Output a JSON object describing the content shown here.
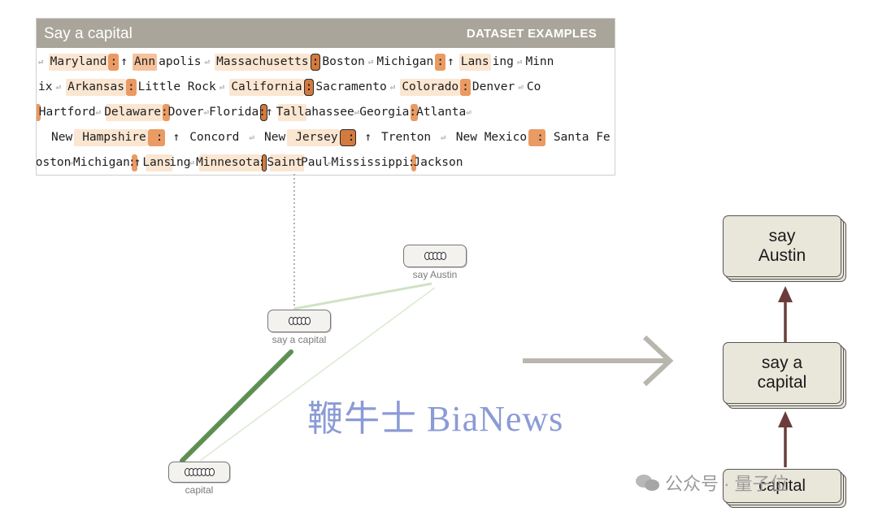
{
  "panel": {
    "title": "Say a capital",
    "tag": "DATASET EXAMPLES",
    "rows": [
      [
        {
          "t": "⏎",
          "h": 0,
          "ret": true
        },
        {
          "t": " ",
          "h": 0
        },
        {
          "t": "Maryland",
          "h": 1
        },
        {
          "t": ":",
          "h": 3
        },
        {
          "t": "↑",
          "h": 0
        },
        {
          "t": " ",
          "h": 0
        },
        {
          "t": "Ann",
          "h": 2
        },
        {
          "t": "apolis",
          "h": 0
        },
        {
          "t": "⏎",
          "h": 0,
          "ret": true
        },
        {
          "t": " ",
          "h": 0
        },
        {
          "t": "Massachusetts",
          "h": 1
        },
        {
          "t": ":",
          "h": 4
        },
        {
          "t": " Boston",
          "h": 0
        },
        {
          "t": "⏎",
          "h": 0,
          "ret": true
        },
        {
          "t": " Michigan",
          "h": 0
        },
        {
          "t": ":",
          "h": 3
        },
        {
          "t": "↑",
          "h": 0
        },
        {
          "t": " ",
          "h": 0
        },
        {
          "t": "Lans",
          "h": 1
        },
        {
          "t": "ing",
          "h": 0
        },
        {
          "t": "⏎",
          "h": 0,
          "ret": true
        },
        {
          "t": " Minn",
          "h": 0
        }
      ],
      [
        {
          "t": "ix",
          "h": 0
        },
        {
          "t": "⏎",
          "h": 0,
          "ret": true
        },
        {
          "t": " ",
          "h": 0
        },
        {
          "t": "Arkansas",
          "h": 1
        },
        {
          "t": ":",
          "h": 3
        },
        {
          "t": " Little Rock",
          "h": 0
        },
        {
          "t": "⏎",
          "h": 0,
          "ret": true
        },
        {
          "t": " ",
          "h": 0
        },
        {
          "t": "California",
          "h": 1
        },
        {
          "t": ":",
          "h": 4
        },
        {
          "t": " Sacramento",
          "h": 0
        },
        {
          "t": "⏎",
          "h": 0,
          "ret": true
        },
        {
          "t": " ",
          "h": 0
        },
        {
          "t": "Colorado",
          "h": 1
        },
        {
          "t": ":",
          "h": 3
        },
        {
          "t": " Denver",
          "h": 0
        },
        {
          "t": "⏎",
          "h": 0,
          "ret": true
        },
        {
          "t": " Co",
          "h": 0
        }
      ],
      [
        {
          "t": ":",
          "h": 3
        },
        {
          "t": " Hartford",
          "h": 0
        },
        {
          "t": "⏎",
          "h": 0,
          "ret": true
        },
        {
          "t": " ",
          "h": 0
        },
        {
          "t": "Delaware",
          "h": 1
        },
        {
          "t": ":",
          "h": 3
        },
        {
          "t": " Dover",
          "h": 0
        },
        {
          "t": "⏎",
          "h": 0,
          "ret": true
        },
        {
          "t": " Florida",
          "h": 0
        },
        {
          "t": ":",
          "h": 4
        },
        {
          "t": "↑",
          "h": 0
        },
        {
          "t": " ",
          "h": 0
        },
        {
          "t": "Tall",
          "h": 1
        },
        {
          "t": "ahassee",
          "h": 0
        },
        {
          "t": "⏎",
          "h": 0,
          "ret": true
        },
        {
          "t": " Georgia",
          "h": 0
        },
        {
          "t": ":",
          "h": 3
        },
        {
          "t": " Atlanta",
          "h": 0
        },
        {
          "t": "⏎",
          "h": 0,
          "ret": true
        }
      ],
      [
        {
          "t": " New ",
          "h": 0
        },
        {
          "t": "Hampshire",
          "h": 1
        },
        {
          "t": ":",
          "h": 3
        },
        {
          "t": "↑",
          "h": 0
        },
        {
          "t": " Concord",
          "h": 0
        },
        {
          "t": "⏎",
          "h": 0,
          "ret": true
        },
        {
          "t": " New ",
          "h": 0
        },
        {
          "t": "Jersey",
          "h": 1
        },
        {
          "t": ":",
          "h": 4
        },
        {
          "t": "↑",
          "h": 0
        },
        {
          "t": " Trenton",
          "h": 0
        },
        {
          "t": "⏎",
          "h": 0,
          "ret": true
        },
        {
          "t": " New Mexico",
          "h": 0
        },
        {
          "t": ":",
          "h": 3
        },
        {
          "t": " Santa Fe",
          "h": 0
        },
        {
          "t": "⏎",
          "h": 0,
          "ret": true
        }
      ],
      [
        {
          "t": "Boston",
          "h": 0
        },
        {
          "t": "⏎",
          "h": 0,
          "ret": true
        },
        {
          "t": " Michigan",
          "h": 0
        },
        {
          "t": ":",
          "h": 3
        },
        {
          "t": "↑",
          "h": 0
        },
        {
          "t": " ",
          "h": 0
        },
        {
          "t": "Lans",
          "h": 1
        },
        {
          "t": "ing",
          "h": 0
        },
        {
          "t": "⏎",
          "h": 0,
          "ret": true
        },
        {
          "t": " ",
          "h": 0
        },
        {
          "t": "Minnesota",
          "h": 1
        },
        {
          "t": ":",
          "h": 4
        },
        {
          "t": " ",
          "h": 0
        },
        {
          "t": "Saint",
          "h": 1
        },
        {
          "t": " Paul",
          "h": 0
        },
        {
          "t": "⏎",
          "h": 0,
          "ret": true
        },
        {
          "t": " Mississippi",
          "h": 0
        },
        {
          "t": ":",
          "h": 3
        },
        {
          "t": " Jackson",
          "h": 0
        }
      ]
    ]
  },
  "graph": {
    "nodes": [
      {
        "id": "say-austin",
        "label": "say Austin",
        "circles": 5
      },
      {
        "id": "say-a-capital",
        "label": "say a capital",
        "circles": 5
      },
      {
        "id": "capital",
        "label": "capital",
        "circles": 7
      }
    ],
    "edge_color_strong": "#5e8f52",
    "edge_color_weak": "#cfe3c4"
  },
  "flow": {
    "top": "say\nAustin",
    "middle": "say a\ncapital",
    "bottom": "capital",
    "arrow_color": "#6b3d3a",
    "big_arrow_color": "#b8b6ae"
  },
  "watermark": "鞭牛士 BiaNews",
  "credit": "公众号 · 量子位"
}
